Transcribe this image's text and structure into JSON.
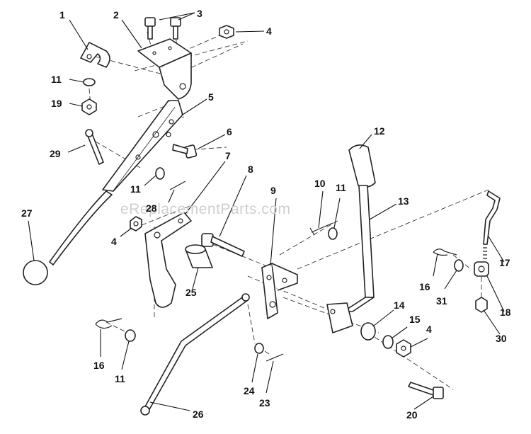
{
  "watermark": "eReplacementParts.com",
  "callouts": [
    {
      "id": "c1",
      "label": "1"
    },
    {
      "id": "c2",
      "label": "2"
    },
    {
      "id": "c3",
      "label": "3"
    },
    {
      "id": "c4a",
      "label": "4"
    },
    {
      "id": "c11a",
      "label": "11"
    },
    {
      "id": "c19",
      "label": "19"
    },
    {
      "id": "c5",
      "label": "5"
    },
    {
      "id": "c6",
      "label": "6"
    },
    {
      "id": "c29",
      "label": "29"
    },
    {
      "id": "c7",
      "label": "7"
    },
    {
      "id": "c8",
      "label": "8"
    },
    {
      "id": "c12",
      "label": "12"
    },
    {
      "id": "c27",
      "label": "27"
    },
    {
      "id": "c11b",
      "label": "11"
    },
    {
      "id": "c28",
      "label": "28"
    },
    {
      "id": "c10",
      "label": "10"
    },
    {
      "id": "c11c",
      "label": "11"
    },
    {
      "id": "c9",
      "label": "9"
    },
    {
      "id": "c13",
      "label": "13"
    },
    {
      "id": "c4b",
      "label": "4"
    },
    {
      "id": "c17",
      "label": "17"
    },
    {
      "id": "c25",
      "label": "25"
    },
    {
      "id": "c16a",
      "label": "16"
    },
    {
      "id": "c31",
      "label": "31"
    },
    {
      "id": "c18",
      "label": "18"
    },
    {
      "id": "c14",
      "label": "14"
    },
    {
      "id": "c15",
      "label": "15"
    },
    {
      "id": "c4c",
      "label": "4"
    },
    {
      "id": "c30",
      "label": "30"
    },
    {
      "id": "c16b",
      "label": "16"
    },
    {
      "id": "c11d",
      "label": "11"
    },
    {
      "id": "c24",
      "label": "24"
    },
    {
      "id": "c23",
      "label": "23"
    },
    {
      "id": "c26",
      "label": "26"
    },
    {
      "id": "c20",
      "label": "20"
    }
  ]
}
